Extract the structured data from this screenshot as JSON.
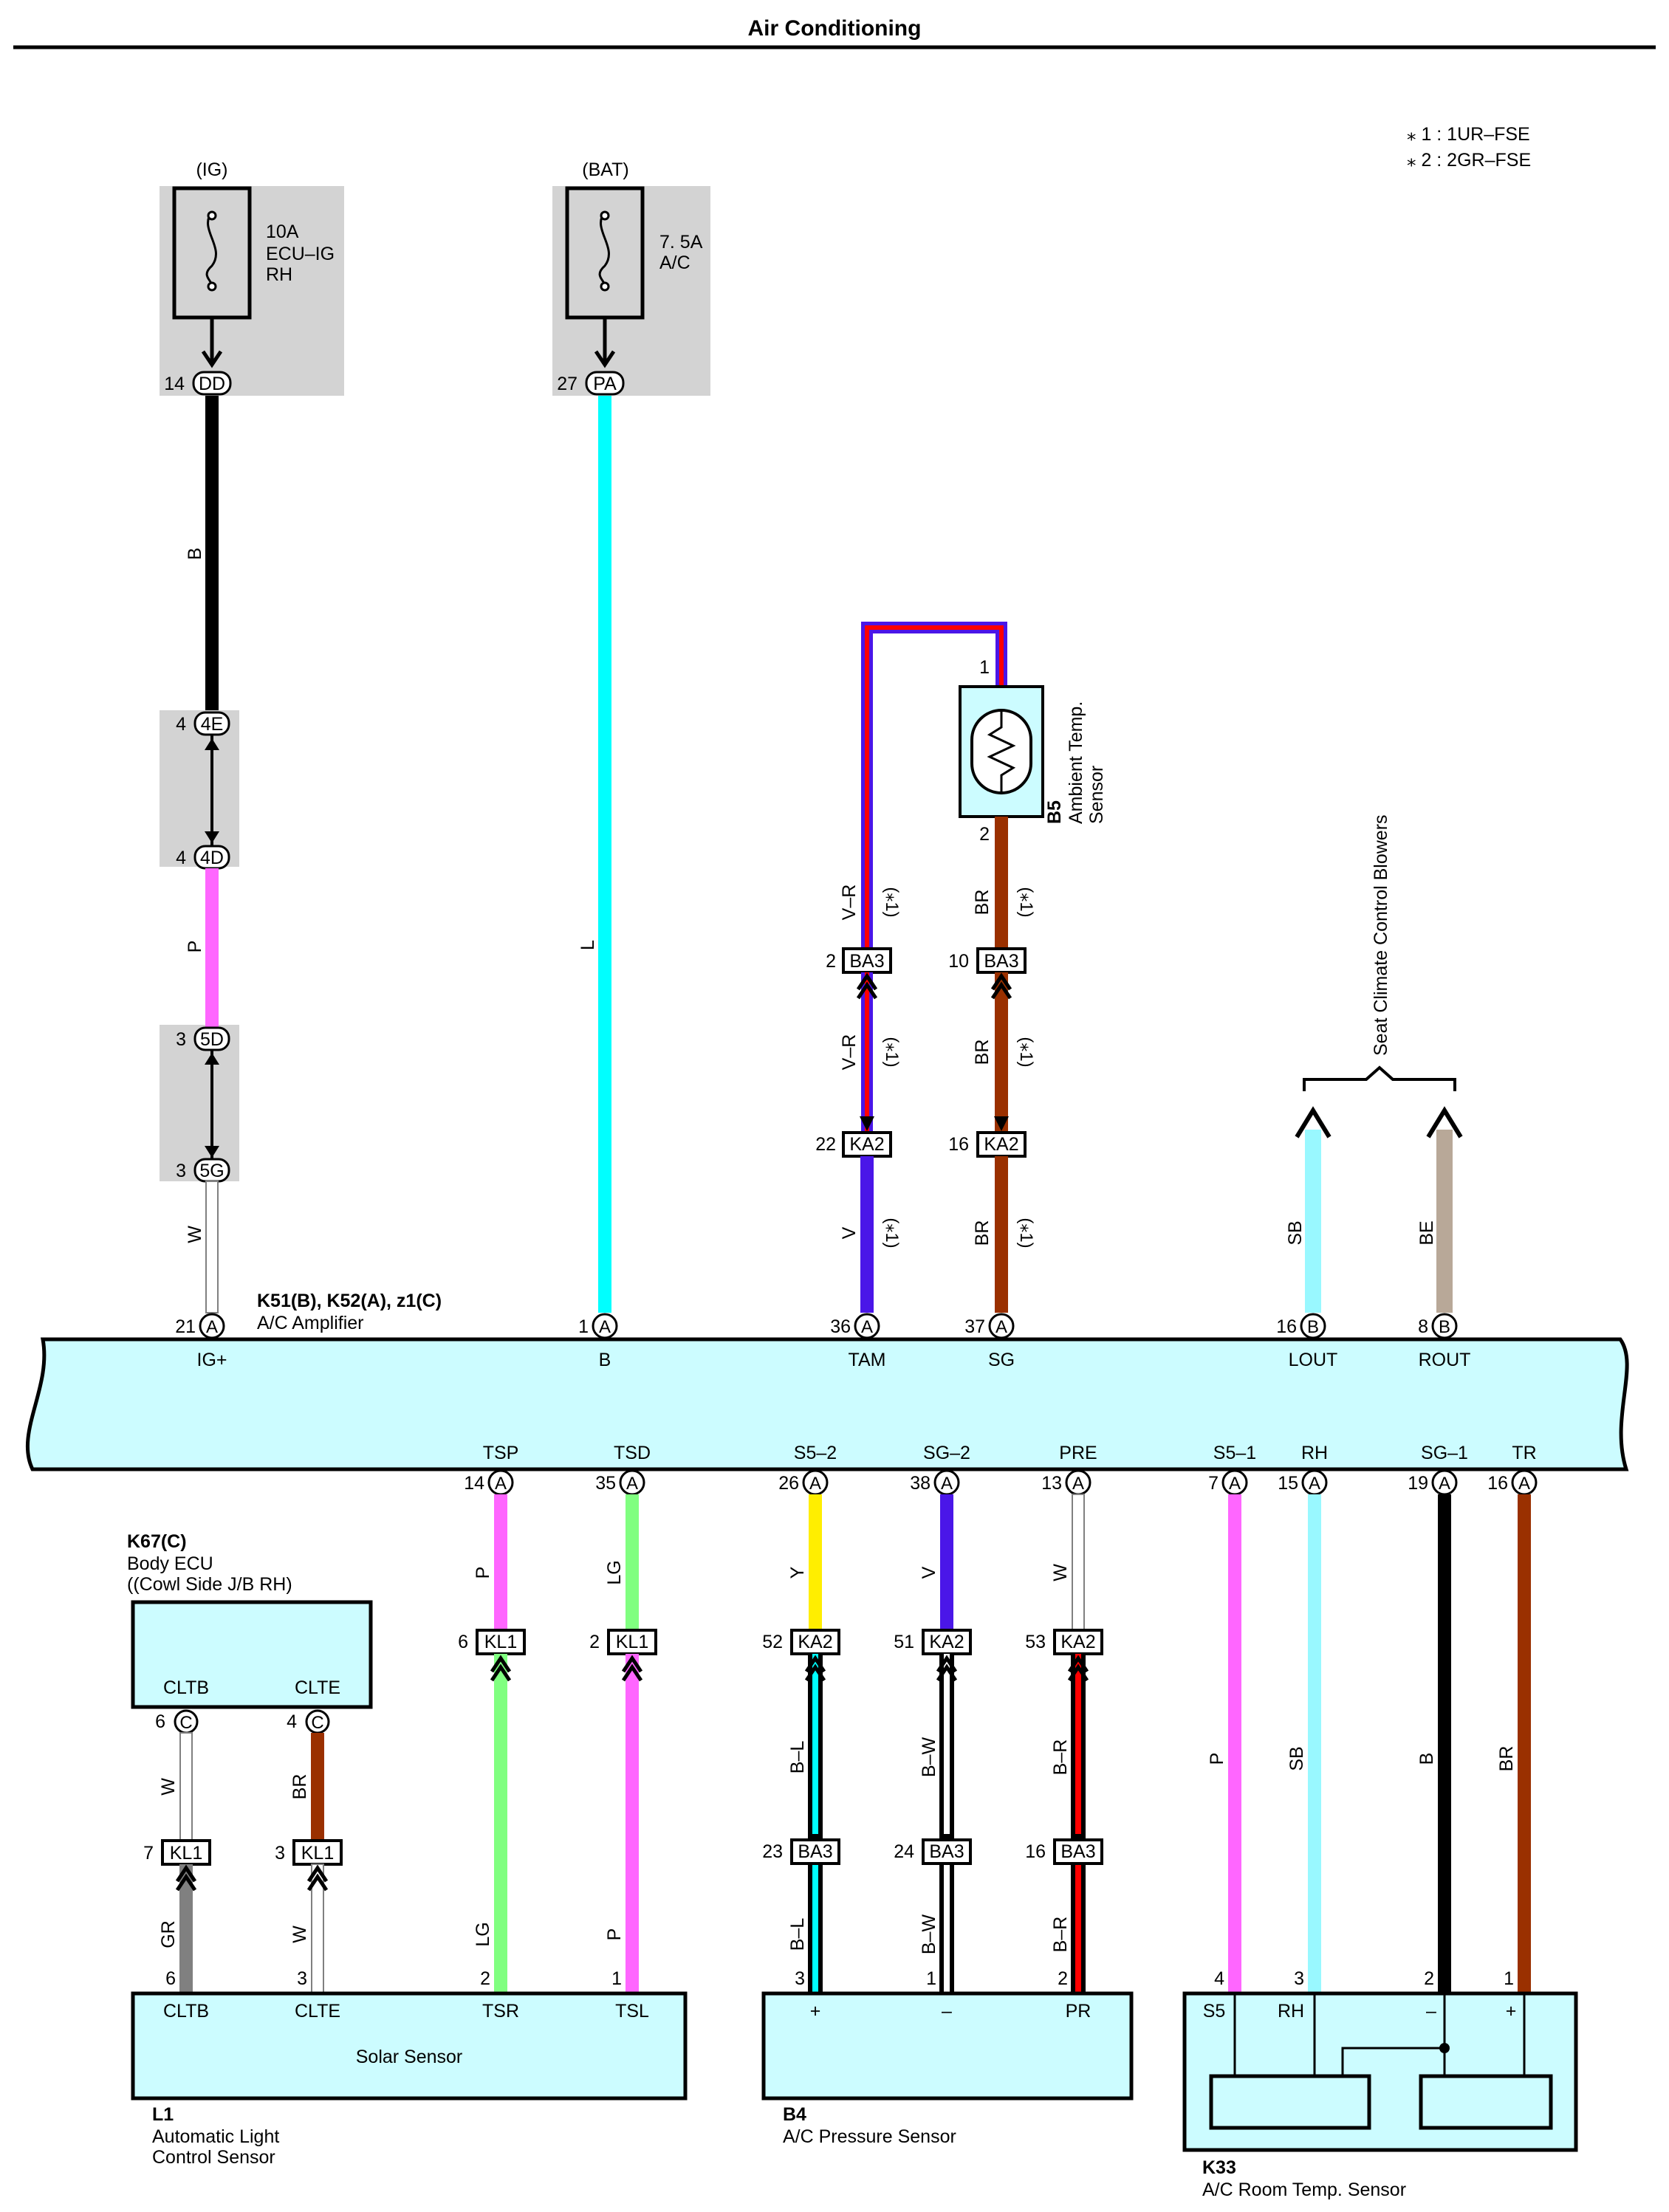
{
  "title": "Air Conditioning",
  "notes": [
    "⁎ 1 : 1UR–FSE",
    "⁎ 2 : 2GR–FSE"
  ],
  "fuses": [
    {
      "source": "(IG)",
      "amp": "10A",
      "l2": "ECU–IG",
      "l3": "RH",
      "pin": "14",
      "conn": "DD"
    },
    {
      "source": "(BAT)",
      "amp": "7. 5A",
      "l2": "A/C",
      "l3": "",
      "pin": "27",
      "conn": "PA"
    }
  ],
  "joints": [
    {
      "pin": "4",
      "conn": "4E"
    },
    {
      "pin": "4",
      "conn": "4D"
    },
    {
      "pin": "3",
      "conn": "5D"
    },
    {
      "pin": "3",
      "conn": "5G"
    }
  ],
  "wire_colors": {
    "B": "#000000",
    "L": "#00ffff",
    "P": "#ff66ff",
    "W": "#ffffff",
    "V": "#4a16e8",
    "BR": "#9a3000",
    "SB": "#99f8ff",
    "BE": "#b8a898",
    "LG": "#80ff80",
    "Y": "#ffee00",
    "GR": "#808080",
    "red": "#ff0000"
  },
  "wire_labels": {
    "b_ig": "B",
    "l_bat": "L",
    "p_joint": "P",
    "w_ig": "W",
    "vr1": "V–R",
    "vr2": "V–R",
    "v": "V",
    "br1": "BR",
    "br2": "BR",
    "br3": "BR",
    "star": "(⁎1)",
    "sb": "SB",
    "be": "BE",
    "tsp_p": "P",
    "tsd_lg": "LG",
    "s52_y": "Y",
    "sg2_v": "V",
    "pre_w": "W",
    "bl1": "B–L",
    "bl2": "B–L",
    "bw1": "B–W",
    "bw2": "B–W",
    "br_1": "B–R",
    "br_2": "B–R",
    "tsr_lg": "LG",
    "tsl_p": "P",
    "cltb_w": "W",
    "clte_br": "BR",
    "cltb_gr": "GR",
    "clte_w": "W",
    "s51_p": "P",
    "rh_sb": "SB",
    "sg1_b": "B",
    "tr_br": "BR"
  },
  "sensor_b5": {
    "id": "B5",
    "name1": "Ambient Temp.",
    "name2": "Sensor",
    "pin1": "1",
    "pin2": "2"
  },
  "seat_blowers": "Seat Climate Control Blowers",
  "amplifier": {
    "id": "K51(B), K52(A), z1(C)",
    "name": "A/C Amplifier",
    "top_pins": [
      {
        "n": "21",
        "c": "A",
        "label": "IG+"
      },
      {
        "n": "1",
        "c": "A",
        "label": "B"
      },
      {
        "n": "36",
        "c": "A",
        "label": "TAM"
      },
      {
        "n": "37",
        "c": "A",
        "label": "SG"
      },
      {
        "n": "16",
        "c": "B",
        "label": "LOUT"
      },
      {
        "n": "8",
        "c": "B",
        "label": "ROUT"
      }
    ],
    "bottom_pins": [
      {
        "n": "14",
        "c": "A",
        "label": "TSP"
      },
      {
        "n": "35",
        "c": "A",
        "label": "TSD"
      },
      {
        "n": "26",
        "c": "A",
        "label": "S5–2"
      },
      {
        "n": "38",
        "c": "A",
        "label": "SG–2"
      },
      {
        "n": "13",
        "c": "A",
        "label": "PRE"
      },
      {
        "n": "7",
        "c": "A",
        "label": "S5–1"
      },
      {
        "n": "15",
        "c": "A",
        "label": "RH"
      },
      {
        "n": "19",
        "c": "A",
        "label": "SG–1"
      },
      {
        "n": "16",
        "c": "A",
        "label": "TR"
      }
    ]
  },
  "connectors": {
    "ba3_vr": {
      "pin": "2",
      "name": "BA3"
    },
    "ba3_br": {
      "pin": "10",
      "name": "BA3"
    },
    "ka2_vr": {
      "pin": "22",
      "name": "KA2"
    },
    "ka2_br": {
      "pin": "16",
      "name": "KA2"
    },
    "kl1_tsp": {
      "pin": "6",
      "name": "KL1"
    },
    "kl1_tsd": {
      "pin": "2",
      "name": "KL1"
    },
    "ka2_s52": {
      "pin": "52",
      "name": "KA2"
    },
    "ka2_sg2": {
      "pin": "51",
      "name": "KA2"
    },
    "ka2_pre": {
      "pin": "53",
      "name": "KA2"
    },
    "ba3_bl": {
      "pin": "23",
      "name": "BA3"
    },
    "ba3_bw": {
      "pin": "24",
      "name": "BA3"
    },
    "ba3_brr": {
      "pin": "16",
      "name": "BA3"
    },
    "kl1_cltb": {
      "pin": "7",
      "name": "KL1"
    },
    "kl1_clte": {
      "pin": "3",
      "name": "KL1"
    }
  },
  "body_ecu": {
    "id": "K67(C)",
    "name1": "Body ECU",
    "name2": "((Cowl Side J/B RH)",
    "t1": "CLTB",
    "t2": "CLTE",
    "p1": "6",
    "p2": "4",
    "c": "C"
  },
  "sensor_l1": {
    "id": "L1",
    "name1": "Automatic Light",
    "name2": "Control Sensor",
    "center": "Solar Sensor",
    "terms": [
      {
        "n": "6",
        "label": "CLTB"
      },
      {
        "n": "3",
        "label": "CLTE"
      },
      {
        "n": "2",
        "label": "TSR"
      },
      {
        "n": "1",
        "label": "TSL"
      }
    ]
  },
  "sensor_b4": {
    "id": "B4",
    "name": "A/C Pressure Sensor",
    "terms": [
      {
        "n": "3",
        "label": "+"
      },
      {
        "n": "1",
        "label": "–"
      },
      {
        "n": "2",
        "label": "PR"
      }
    ]
  },
  "sensor_k33": {
    "id": "K33",
    "name": "A/C Room Temp.  Sensor",
    "terms": [
      {
        "n": "4",
        "label": "S5"
      },
      {
        "n": "3",
        "label": "RH"
      },
      {
        "n": "2",
        "label": "–"
      },
      {
        "n": "1",
        "label": "+"
      }
    ]
  }
}
